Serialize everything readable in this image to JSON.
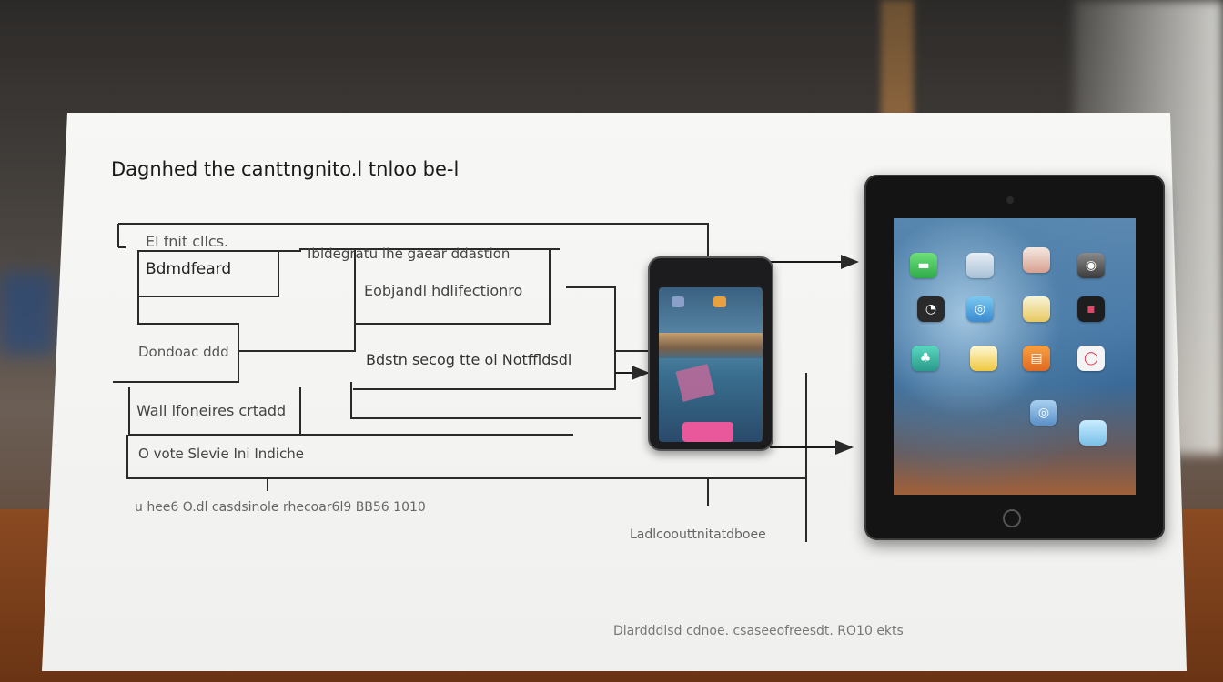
{
  "card": {
    "title": "Dagnhed the canttngnito.l tnloo be-l",
    "labels": [
      "El fnit cllcs.",
      "Bdmdfeard",
      "Ibldegratu lhe gaear ddastion",
      "Eobjandl hdlifectionro",
      "Dondoac ddd",
      "Bdstn secog tte ol Notffldsdl",
      "Wall lfoneires crtadd",
      "O vote Slevie Ini Indiche",
      "u hee6 O.dl casdsinole  rhecoar6l9 BB56 1010",
      "Ladlcoouttnitatdboee",
      "Dlardddlsd cdnoe. csaseeofreesdt. RO10 ekts"
    ]
  },
  "colors": {
    "card": "#f5f5f3",
    "line": "#2a2a2a",
    "tablet_bezel": "#141414",
    "phone_bezel": "#1c1c1e",
    "phone_dock": "#e8589a"
  },
  "devices": {
    "phone": {
      "icons": [
        "folder-icon",
        "photo-icon"
      ]
    },
    "tablet": {
      "app_icons": [
        "messages-icon",
        "maps-icon",
        "photos-icon",
        "camera-icon",
        "clock-icon",
        "safari-icon",
        "notes-icon",
        "video-icon",
        "game-center-icon",
        "notes2-icon",
        "ibooks-icon",
        "music-icon",
        "safari2-icon",
        "messages2-icon"
      ]
    }
  }
}
